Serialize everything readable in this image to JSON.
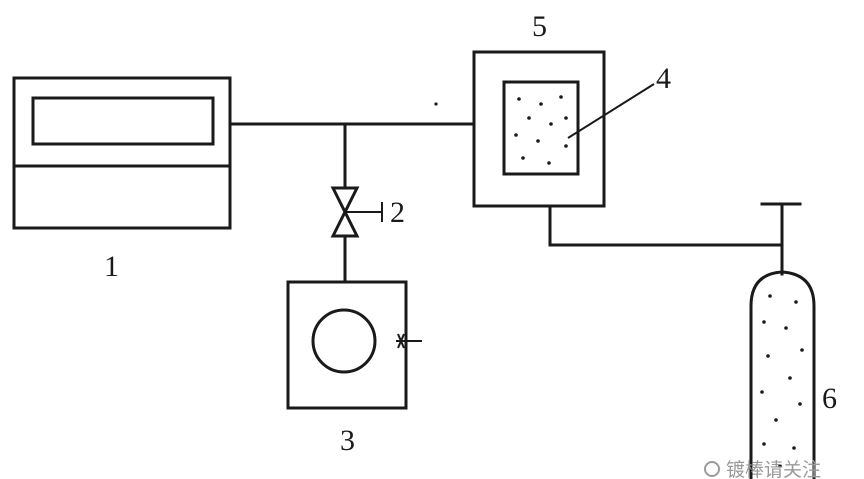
{
  "labels": {
    "l1": "1",
    "l2": "2",
    "l3": "3",
    "l4": "4",
    "l5": "5",
    "l6": "6"
  },
  "watermark": "镀棒请关注"
}
